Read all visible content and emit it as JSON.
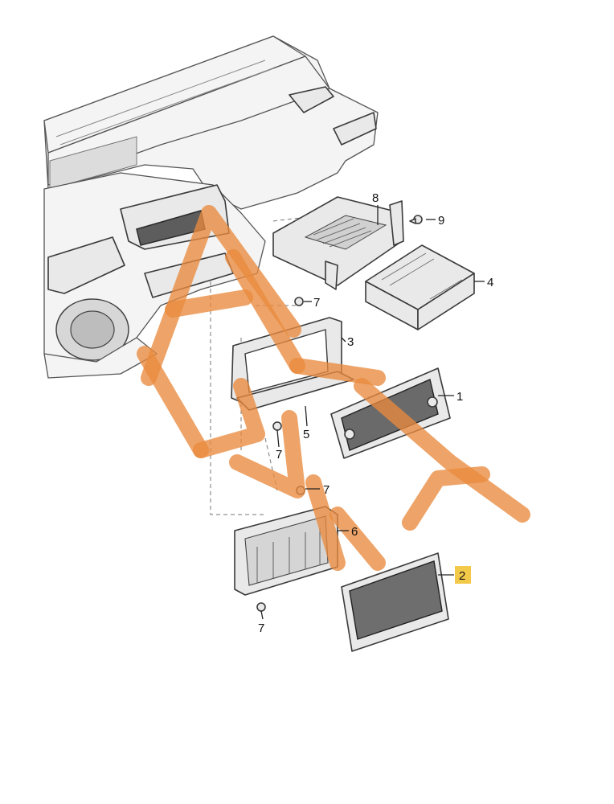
{
  "diagram": {
    "callouts": [
      {
        "id": "c1",
        "text": "1"
      },
      {
        "id": "c2",
        "text": "2",
        "highlight": true
      },
      {
        "id": "c3",
        "text": "3"
      },
      {
        "id": "c4",
        "text": "4"
      },
      {
        "id": "c5",
        "text": "5"
      },
      {
        "id": "c6",
        "text": "6"
      },
      {
        "id": "c7a",
        "text": "7"
      },
      {
        "id": "c7b",
        "text": "7"
      },
      {
        "id": "c7c",
        "text": "7"
      },
      {
        "id": "c7d",
        "text": "7"
      },
      {
        "id": "c8",
        "text": "8"
      },
      {
        "id": "c9",
        "text": "9"
      }
    ],
    "watermark": {
      "color": "#e98b3d"
    },
    "highlight_color": "#f3c94a"
  }
}
